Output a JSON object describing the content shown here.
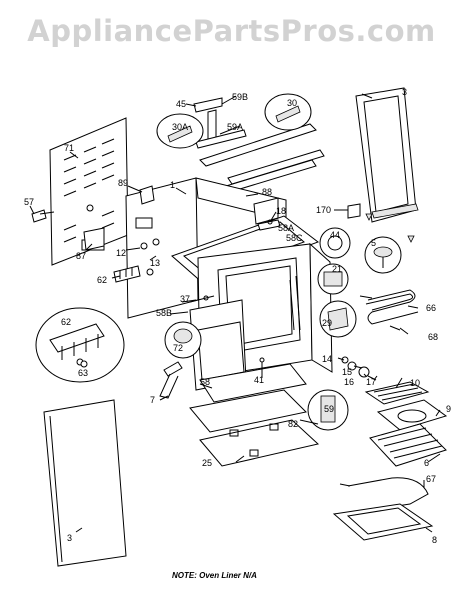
{
  "watermark": "AppliancePartsPros.com",
  "note": "NOTE: Oven Liner N/A",
  "labels": {
    "l45": "45",
    "l59B": "59B",
    "l30": "30",
    "l30A": "30A",
    "l59A": "59A",
    "l3a": "3",
    "l71": "71",
    "l1": "1",
    "l89": "89",
    "l88": "88",
    "l18": "18",
    "l57": "57",
    "l170": "170",
    "l58A": "58A",
    "l58C": "58C",
    "l44": "44",
    "l5": "5",
    "l87": "87",
    "l12": "12",
    "l13": "13",
    "l21": "21",
    "l62a": "62",
    "l66": "66",
    "l68": "68",
    "l58B": "58B",
    "l37": "37",
    "l29": "29",
    "l62b": "62",
    "l72": "72",
    "l63": "63",
    "l14": "14",
    "l15": "15",
    "l16": "16",
    "l17": "17",
    "l10": "10",
    "l41": "41",
    "l7": "7",
    "l58": "58",
    "l59": "59",
    "l9": "9",
    "l82": "82",
    "l6": "6",
    "l25": "25",
    "l67": "67",
    "l3b": "3",
    "l8": "8"
  }
}
